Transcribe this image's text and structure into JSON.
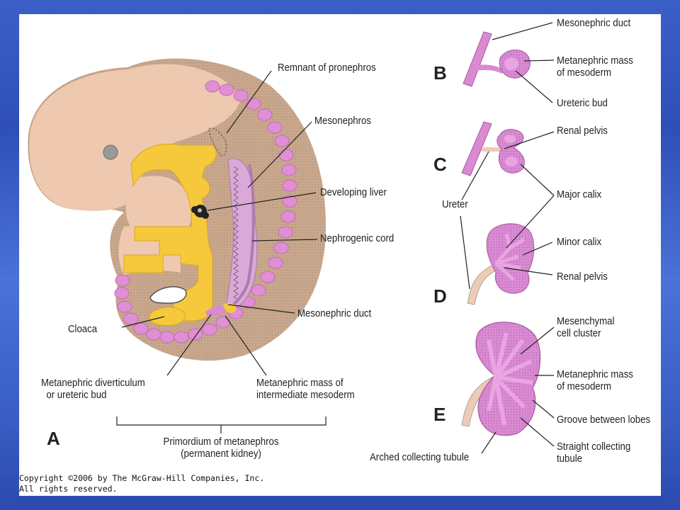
{
  "colors": {
    "background": "#3b5ec8",
    "panel": "#ffffff",
    "embryo_skin": "#eec9b0",
    "mesoderm": "#c9a88e",
    "somite_pink": "#e08fd4",
    "endoderm_yellow": "#f5c93b",
    "kidney_pink": "#d98ad3",
    "line": "#222222"
  },
  "panel_letters": {
    "a": "A",
    "b": "B",
    "c": "C",
    "d": "D",
    "e": "E"
  },
  "labels": {
    "remnant_pronephros": "Remnant of pronephros",
    "mesonephros": "Mesonephros",
    "developing_liver": "Developing liver",
    "nephrogenic_cord": "Nephrogenic cord",
    "mesonephric_duct_a": "Mesonephric duct",
    "cloaca": "Cloaca",
    "metanephric_diverticulum": "Metanephric diverticulum\n  or ureteric bud",
    "metanephric_mass_intermediate": "Metanephric mass of\nintermediate mesoderm",
    "primordium": "Primordium of metanephros\n(permanent kidney)",
    "mesonephric_duct_b": "Mesonephric duct",
    "metanephric_mass_b": "Metanephric mass\nof mesoderm",
    "ureteric_bud": "Ureteric bud",
    "renal_pelvis_c": "Renal pelvis",
    "ureter": "Ureter",
    "major_calix": "Major calix",
    "minor_calix": "Minor calix",
    "renal_pelvis_d": "Renal pelvis",
    "mesenchymal_cluster": "Mesenchymal\ncell cluster",
    "metanephric_mass_e": "Metanephric mass\nof mesoderm",
    "groove_between_lobes": "Groove between lobes",
    "straight_collecting": "Straight collecting\ntubule",
    "arched_collecting": "Arched collecting tubule"
  },
  "copyright": "Copyright ©2006 by The McGraw-Hill Companies, Inc.\nAll rights reserved."
}
